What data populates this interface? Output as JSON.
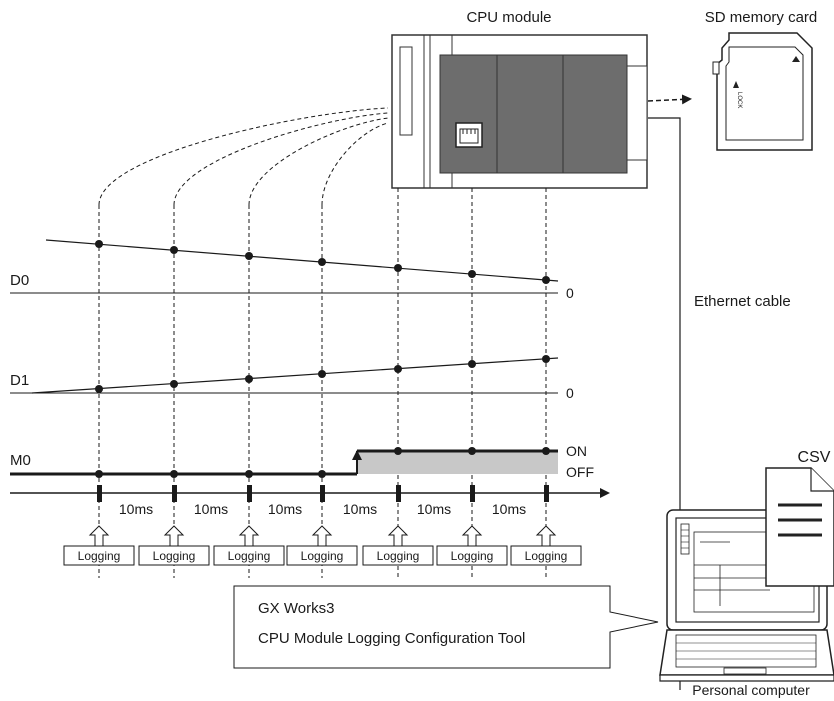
{
  "labels": {
    "cpu_module": "CPU module",
    "sd_card": "SD memory card",
    "sd_lock": "LOCK",
    "ethernet_cable": "Ethernet cable",
    "csv": "CSV",
    "personal_computer": "Personal computer",
    "d0": "D0",
    "d1": "D1",
    "m0": "M0",
    "d0_zero": "0",
    "d1_zero": "0",
    "m0_on": "ON",
    "m0_off": "OFF"
  },
  "intervals": [
    "10ms",
    "10ms",
    "10ms",
    "10ms",
    "10ms",
    "10ms"
  ],
  "logging_labels": [
    "Logging",
    "Logging",
    "Logging",
    "Logging",
    "Logging",
    "Logging",
    "Logging"
  ],
  "callout": {
    "line1": "GX Works3",
    "line2": "CPU Module Logging Configuration Tool"
  },
  "colors": {
    "line": "#1a1a1a",
    "module_body": "#6d6d6d",
    "module_dark": "#5a5a5a",
    "on_fill": "#c8c8c8"
  }
}
